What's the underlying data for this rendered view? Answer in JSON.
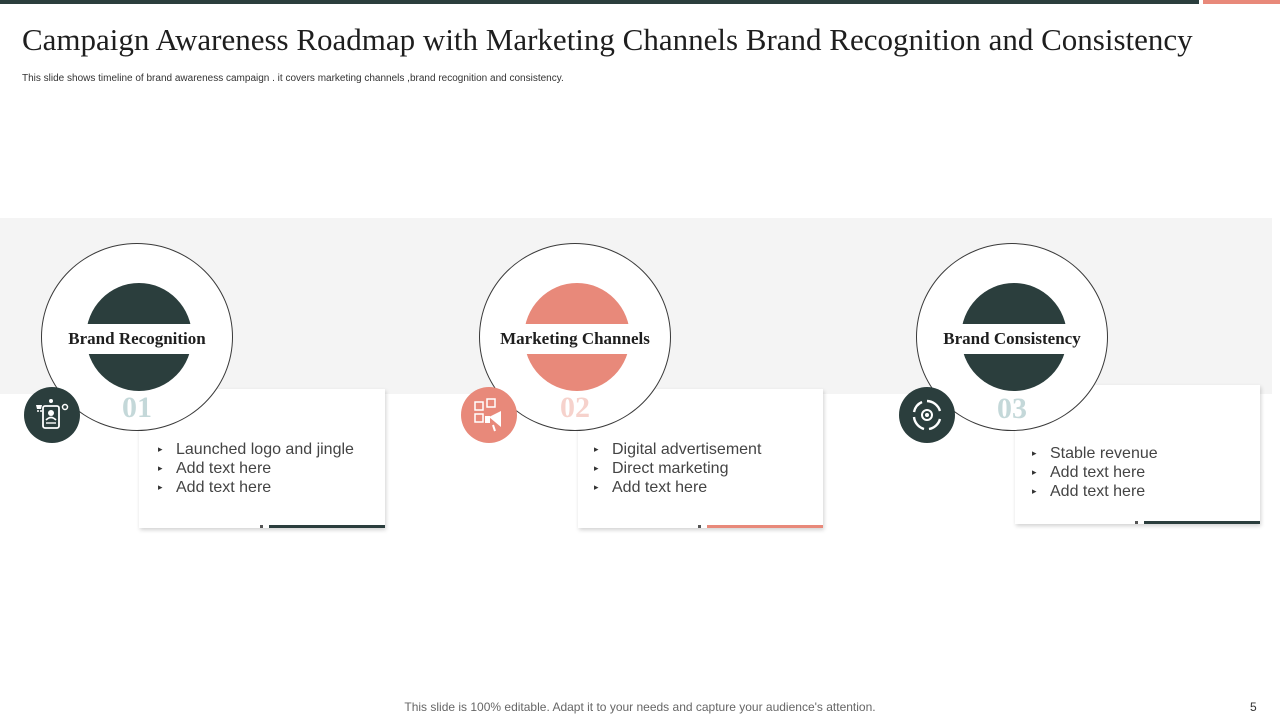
{
  "slide": {
    "title": "Campaign Awareness Roadmap with Marketing Channels Brand Recognition and Consistency",
    "subtitle": "This slide shows timeline of brand awareness campaign . it covers marketing channels ,brand recognition and consistency.",
    "footer": "This slide is 100% editable. Adapt it to your needs and capture your audience's attention.",
    "page_number": "5"
  },
  "colors": {
    "dark": "#2b3e3d",
    "accent": "#e8897a",
    "number_light": "#c4d8d9",
    "number_accent_light": "#f6d2cc",
    "band": "#f4f4f4"
  },
  "steps": [
    {
      "label": "Brand Recognition",
      "number": "01",
      "icon": "id-badge-icon",
      "bullets": [
        "Launched logo and jingle",
        "Add text here",
        "Add text here"
      ]
    },
    {
      "label": "Marketing Channels",
      "number": "02",
      "icon": "megaphone-icon",
      "bullets": [
        "Digital advertisement",
        "Direct marketing",
        "Add text here"
      ]
    },
    {
      "label": "Brand Consistency",
      "number": "03",
      "icon": "cycle-gear-icon",
      "bullets": [
        "Stable revenue",
        "Add text here",
        "Add text here"
      ]
    }
  ]
}
